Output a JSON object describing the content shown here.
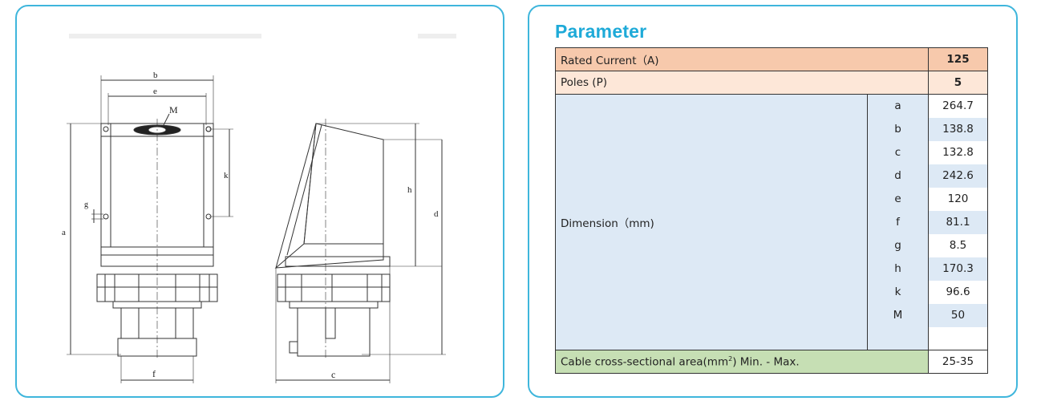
{
  "drawing": {
    "front_labels": {
      "b": "b",
      "e": "e",
      "M": "M",
      "k": "k",
      "g": "g",
      "a": "a",
      "f": "f"
    },
    "side_labels": {
      "h": "h",
      "d": "d",
      "c": "c"
    }
  },
  "parameter": {
    "title": "Parameter",
    "rated_current": {
      "label": "Rated Current（A)",
      "value": "125"
    },
    "poles": {
      "label": "Poles (P)",
      "value": "5"
    },
    "dimension": {
      "label": "Dimension（mm)",
      "rows": [
        {
          "key": "a",
          "value": "264.7"
        },
        {
          "key": "b",
          "value": "138.8"
        },
        {
          "key": "c",
          "value": "132.8"
        },
        {
          "key": "d",
          "value": "242.6"
        },
        {
          "key": "e",
          "value": "120"
        },
        {
          "key": "f",
          "value": "81.1"
        },
        {
          "key": "g",
          "value": "8.5"
        },
        {
          "key": "h",
          "value": "170.3"
        },
        {
          "key": "k",
          "value": "96.6"
        },
        {
          "key": "M",
          "value": "50"
        },
        {
          "key": "",
          "value": ""
        }
      ]
    },
    "cable": {
      "label_pre": "Cable cross-sectional area(mm",
      "label_sup": "2",
      "label_post": ") Min. - Max.",
      "value": "25-35"
    }
  },
  "colors": {
    "accent": "#1eaad8",
    "border": "#3fb6dc",
    "current_row": "#f7c9ac",
    "poles_row": "#fde7d8",
    "dimension_bg": "#dde9f5",
    "cable_row": "#c6dfb4"
  }
}
